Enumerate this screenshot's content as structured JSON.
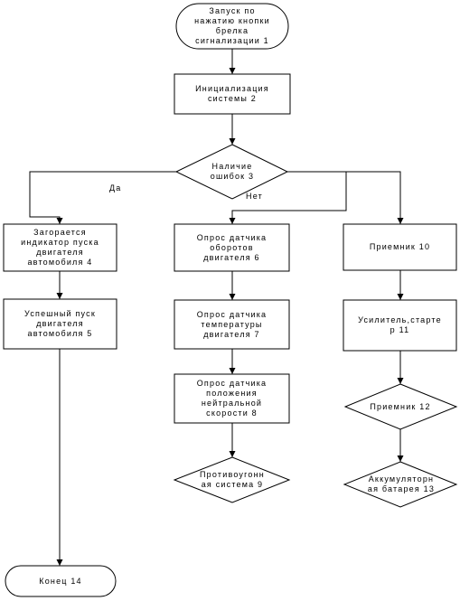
{
  "nodes": {
    "start": "Запуск по\nнажатию кнопки\nбрелка\nсигнализации 1",
    "init": "Инициализация\nсистемы    2",
    "errors": "Наличие\nошибок 3",
    "indicator": "Загорается\nиндикатор пуска\nдвигателя\nавтомобиля 4",
    "success": "Успешный пуск\nдвигателя\nавтомобиля  5",
    "end": "Конец  14",
    "rpm": "Опрос датчика\nоборотов\nдвигателя  6",
    "temp": "Опрос датчика\nтемпературы\nдвигателя  7",
    "neutral": "Опрос датчика\nположения\nнейтральной\nскорости 8",
    "antitheft": "Противоугонн\nая система 9",
    "receiver10": "Приемник  10",
    "amplifier": "Усилитель,старте\nр    11",
    "receiver12": "Приемник 12",
    "battery": "Аккумуляторн\nая батарея 13"
  },
  "edges": {
    "yes": "Да",
    "no": "Нет"
  }
}
